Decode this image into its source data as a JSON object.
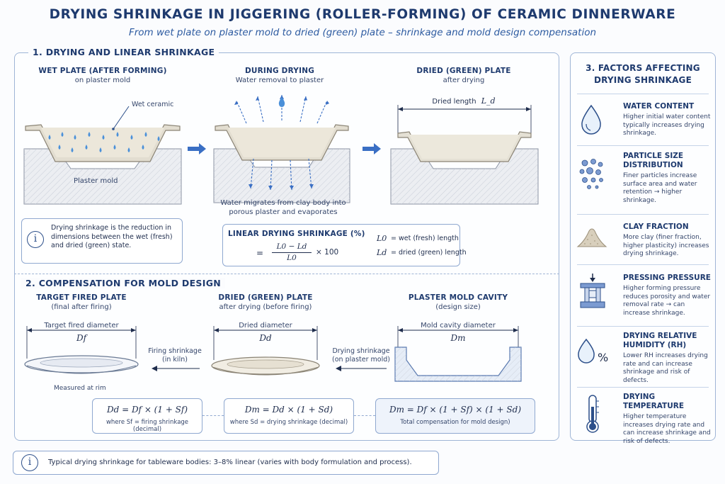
{
  "header": {
    "title": "DRYING SHRINKAGE IN JIGGERING (ROLLER-FORMING) OF CERAMIC DINNERWARE",
    "subtitle": "From wet plate on plaster mold to dried (green) plate – shrinkage and mold design compensation"
  },
  "section1": {
    "title": "1. DRYING AND LINEAR SHRINKAGE",
    "stages": [
      {
        "title": "WET PLATE (AFTER FORMING)",
        "subtitle": "on plaster mold",
        "callout": "Wet ceramic",
        "mold_label": "Plaster mold"
      },
      {
        "title": "DURING DRYING",
        "subtitle": "Water removal to plaster",
        "caption": "Water migrates from clay body into porous plaster and evaporates"
      },
      {
        "title": "DRIED (GREEN) PLATE",
        "subtitle": "after drying",
        "dim_label": "Dried length",
        "dim_symbol": "L_d"
      }
    ],
    "info": "Drying shrinkage is the reduction in dimensions between the wet (fresh) and dried (green) state.",
    "formula": {
      "title": "LINEAR DRYING SHRINKAGE (%)",
      "eq_prefix": "=",
      "numerator": "L0 − Ld",
      "denominator": "L0",
      "multiplier": "× 100",
      "legend": [
        {
          "symbol": "L0",
          "text": "= wet (fresh) length"
        },
        {
          "symbol": "Ld",
          "text": "= dried (green) length"
        }
      ]
    }
  },
  "section2": {
    "title": "2. COMPENSATION FOR MOLD DESIGN",
    "stages": [
      {
        "title": "TARGET FIRED PLATE",
        "subtitle": "(final after firing)",
        "dim_label": "Target fired diameter",
        "dim_symbol": "Df",
        "note": "Measured at rim"
      },
      {
        "title": "DRIED (GREEN) PLATE",
        "subtitle": "after drying (before firing)",
        "dim_label": "Dried diameter",
        "dim_symbol": "Dd"
      },
      {
        "title": "PLASTER MOLD CAVITY",
        "subtitle": "(design size)",
        "dim_label": "Mold cavity diameter",
        "dim_symbol": "Dm"
      }
    ],
    "arrows": [
      {
        "line1": "Firing shrinkage",
        "line2": "(in kiln)"
      },
      {
        "line1": "Drying shrinkage",
        "line2": "(on plaster mold)"
      }
    ],
    "formulas": [
      {
        "eq": "Dd = Df × (1 + Sf)",
        "note": "where Sf = firing shrinkage (decimal)"
      },
      {
        "eq": "Dm = Dd × (1 + Sd)",
        "note": "where Sd = drying shrinkage (decimal)"
      },
      {
        "eq": "Dm = Df × (1 + Sf) × (1 + Sd)",
        "note": "Total compensation for mold design)"
      }
    ]
  },
  "section3": {
    "title_line1": "3. FACTORS AFFECTING",
    "title_line2": "DRYING SHRINKAGE",
    "factors": [
      {
        "icon": "water-drop-icon",
        "name": "WATER CONTENT",
        "desc": "Higher initial water content typically increases drying shrinkage."
      },
      {
        "icon": "particles-icon",
        "name": "PARTICLE SIZE DISTRIBUTION",
        "desc": "Finer particles increase surface area and water retention → higher shrinkage."
      },
      {
        "icon": "clay-pile-icon",
        "name": "CLAY FRACTION",
        "desc": "More clay (finer fraction, higher plasticity) increases drying shrinkage."
      },
      {
        "icon": "press-icon",
        "name": "PRESSING PRESSURE",
        "desc": "Higher forming pressure reduces porosity and water removal rate → can increase shrinkage."
      },
      {
        "icon": "humidity-icon",
        "name": "DRYING RELATIVE HUMIDITY (RH)",
        "desc": "Lower RH increases drying rate and can increase shrinkage and risk of defects."
      },
      {
        "icon": "thermometer-icon",
        "name": "DRYING TEMPERATURE",
        "desc": "Higher temperature increases drying rate and can increase shrinkage and risk of defects."
      }
    ]
  },
  "footer": {
    "text": "Typical drying shrinkage for tableware bodies:  3–8% linear  (varies with body formulation and process)."
  },
  "colors": {
    "accent": "#2c5aa0",
    "title": "#1e3a6e",
    "water": "#4a90d9",
    "border": "#9fb5d6"
  }
}
